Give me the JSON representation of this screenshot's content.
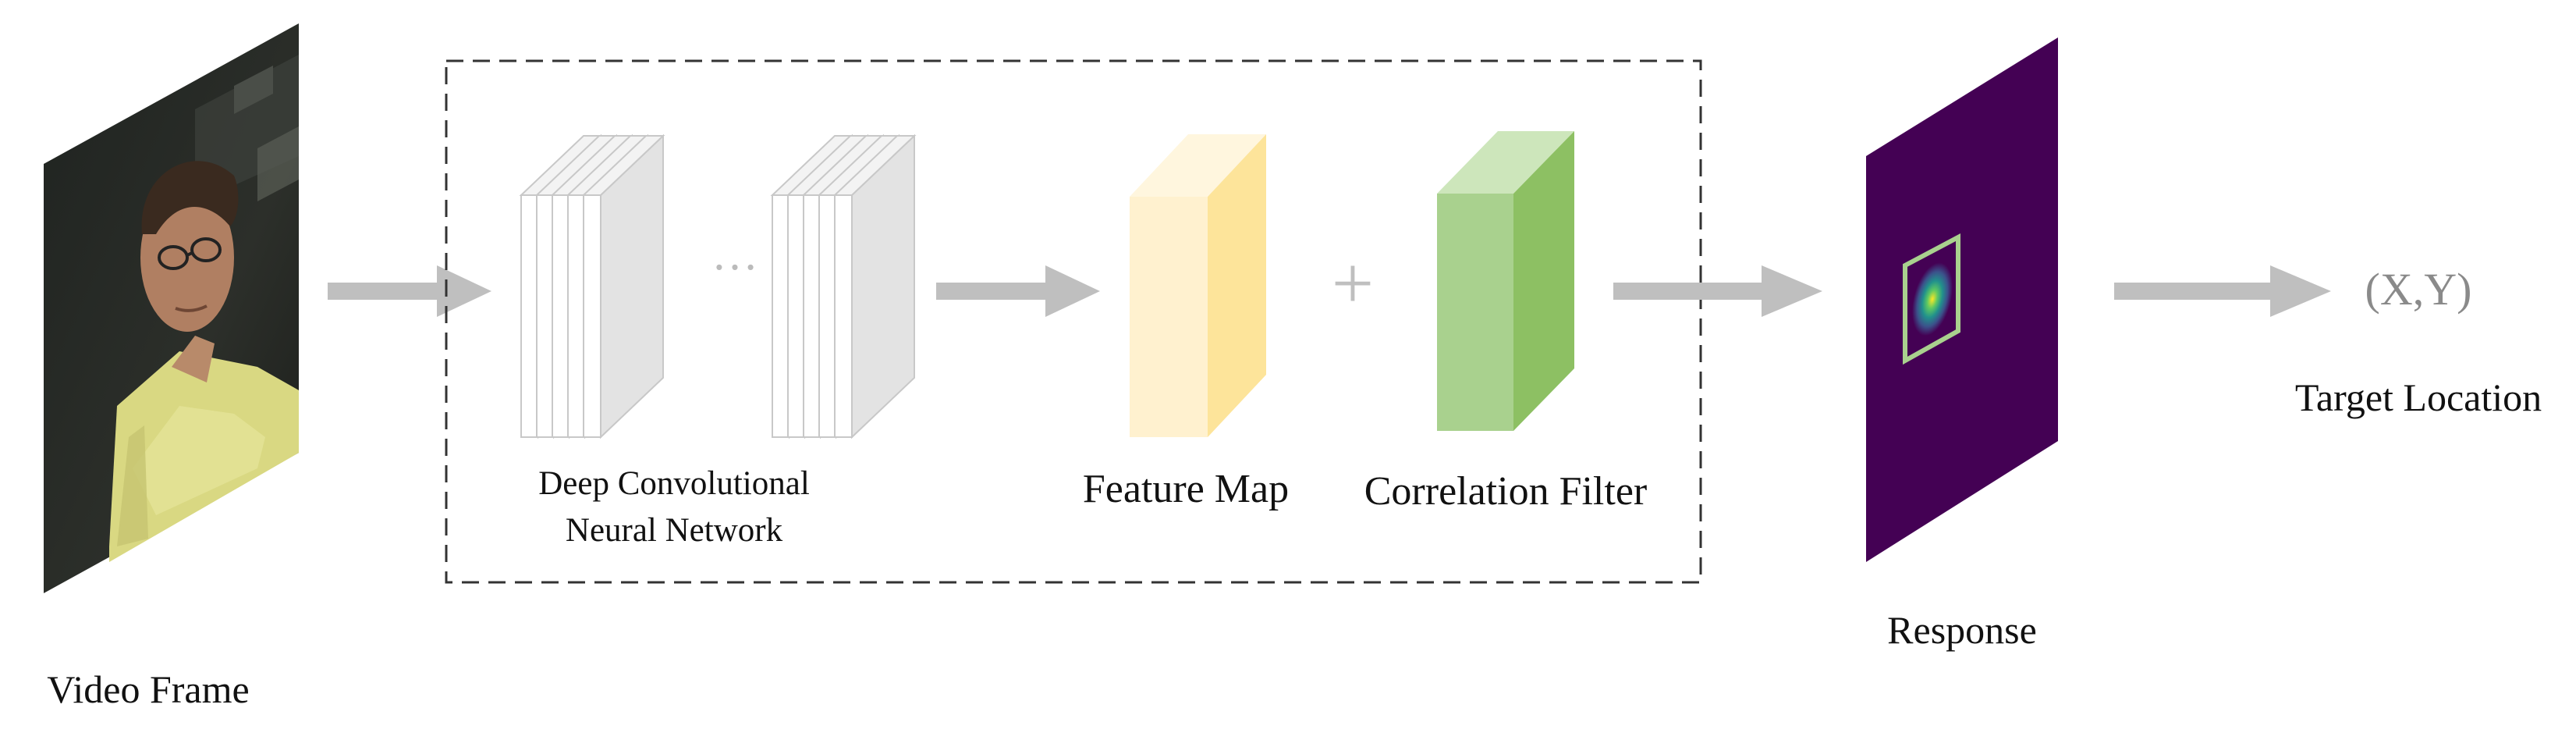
{
  "labels": {
    "video_frame": "Video Frame",
    "cnn_line1": "Deep Convolutional",
    "cnn_line2": "Neural Network",
    "ellipsis": "…",
    "feature_map": "Feature Map",
    "plus": "+",
    "correlation_filter": "Correlation Filter",
    "response": "Response",
    "output_coord": "(X,Y)",
    "target_location": "Target Location"
  },
  "colors": {
    "arrow": "#bfbfbf",
    "dashed_box": "#333333",
    "text": "#111111",
    "output_text": "#8a8a8a",
    "cnn_layer_fill": "#ffffff",
    "cnn_layer_side": "#e3e3e3",
    "cnn_layer_stroke": "#c8c8c8",
    "feature_front": "#fff1cf",
    "feature_side": "#fde49a",
    "feature_top": "#fff6de",
    "filter_front": "#a9d18e",
    "filter_side": "#8dc063",
    "filter_top": "#cde6bb",
    "response_bg": "#440154",
    "response_box": "#a9d18e"
  }
}
